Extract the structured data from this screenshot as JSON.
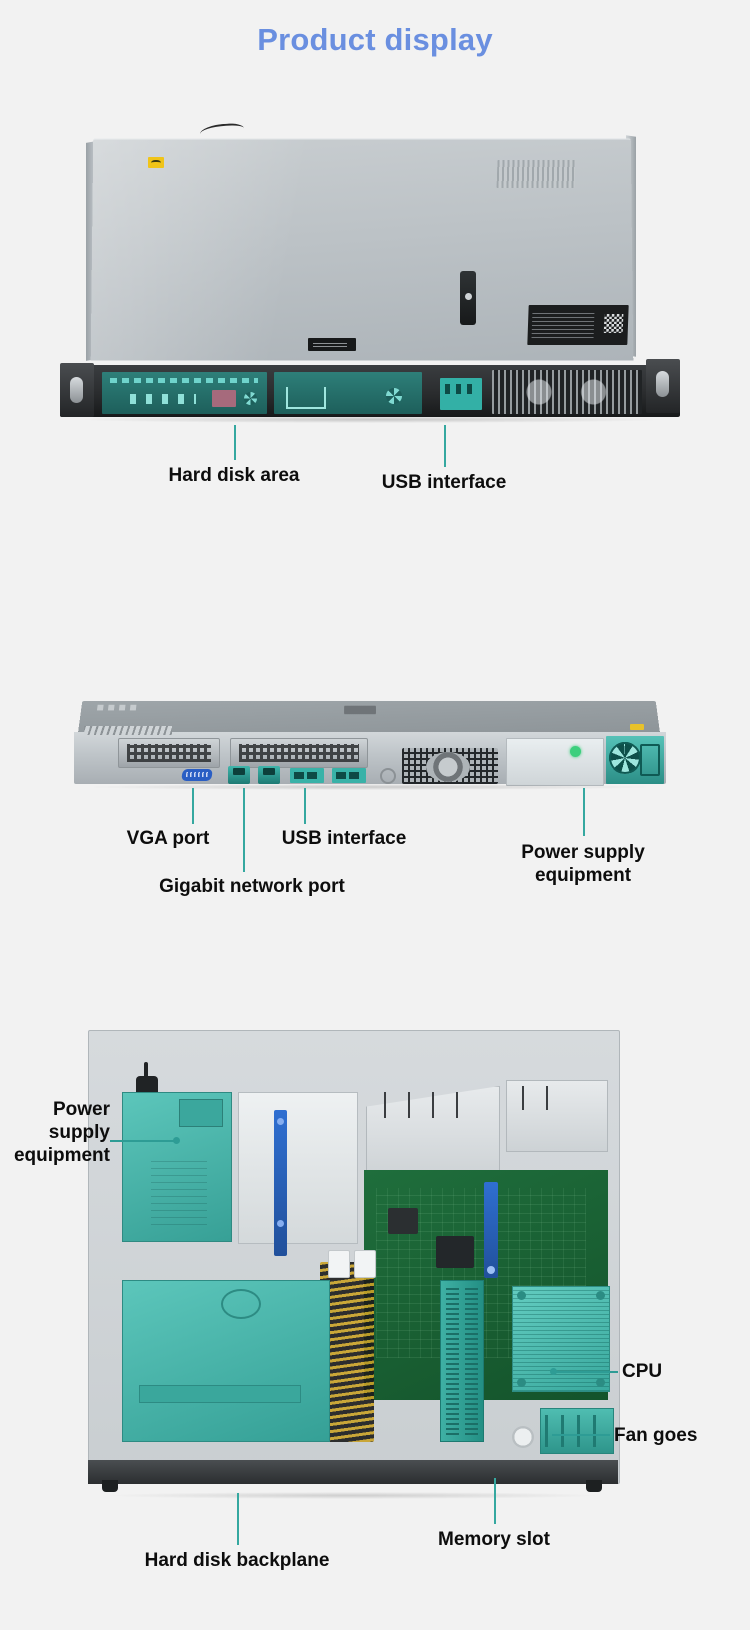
{
  "page": {
    "title": "Product display",
    "title_color": "#6a8fe0",
    "background_color": "#f2f2f2",
    "label_color": "#0d0d0d",
    "leader_color": "#2e9c95"
  },
  "sections": [
    {
      "name": "front-view",
      "labels": [
        {
          "text": "Hard disk area",
          "id": "hard-disk-area"
        },
        {
          "text": "USB interface",
          "id": "usb-interface-front"
        }
      ]
    },
    {
      "name": "rear-view",
      "labels": [
        {
          "text": "VGA port",
          "id": "vga-port"
        },
        {
          "text": "USB interface",
          "id": "usb-interface-rear"
        },
        {
          "text": "Gigabit network port",
          "id": "gigabit-network-port"
        },
        {
          "text": "Power supply\nequipment",
          "id": "power-supply-equipment-rear"
        }
      ]
    },
    {
      "name": "internal-view",
      "labels": [
        {
          "text": "Power\nsupply\nequipment",
          "id": "power-supply-equipment-internal"
        },
        {
          "text": "CPU",
          "id": "cpu"
        },
        {
          "text": "Fan goes",
          "id": "fan-goes"
        },
        {
          "text": "Hard disk backplane",
          "id": "hard-disk-backplane"
        },
        {
          "text": "Memory slot",
          "id": "memory-slot"
        }
      ]
    }
  ]
}
